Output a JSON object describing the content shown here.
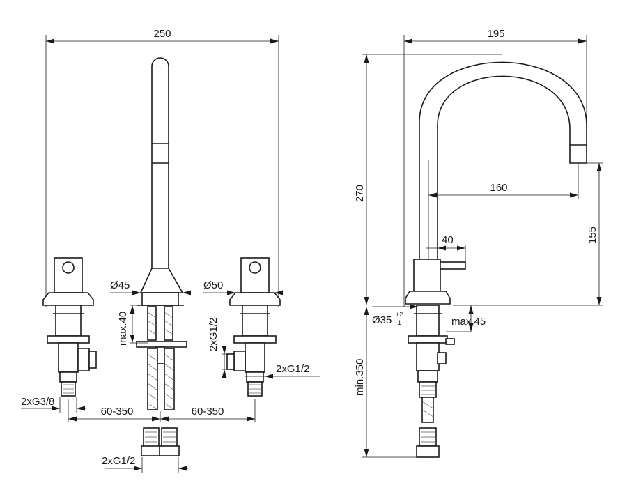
{
  "colors": {
    "line": "#1a1a1a",
    "background": "#ffffff"
  },
  "front_view": {
    "overall_width": "250",
    "diameter_spout": "Ø45",
    "diameter_handle": "Ø50",
    "max_thickness": "max.40",
    "connection_body": "2xG1/2",
    "connection_angle": "2xG1/2",
    "connection_valve": "2xG3/8",
    "spacing_left": "60-350",
    "spacing_right": "60-350",
    "connection_hoses": "2xG1/2"
  },
  "side_view": {
    "overall_width": "195",
    "overall_height": "270",
    "reach": "160",
    "handle_length": "40",
    "spout_height": "155",
    "hole_diameter": "Ø35",
    "hole_tol_plus": "+2",
    "hole_tol_minus": "-1",
    "max_deck": "max.45",
    "min_length": "min.350"
  }
}
